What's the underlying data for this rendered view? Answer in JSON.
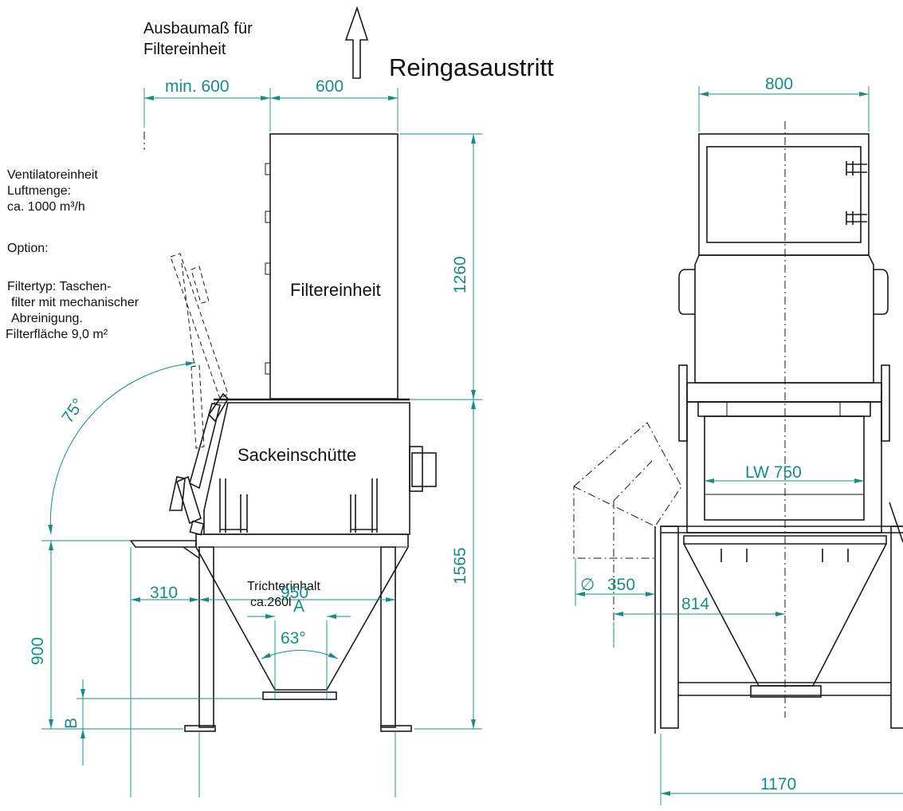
{
  "labels": {
    "ausbaumass_line1": "Ausbaumaß für",
    "ausbaumass_line2": "Filtereinheit",
    "reingas": "Reingasaustritt",
    "vent_line1": "Ventilatoreinheit",
    "vent_line2": "Luftmenge:",
    "vent_line3": "ca. 1000 m³/h",
    "option": "Option:",
    "filtertyp_line1": "Filtertyp: Taschen-",
    "filtertyp_line2": "filter mit mechanischer",
    "filtertyp_line3": "Abreinigung.",
    "filtertyp_line4": "Filterfläche 9,0 m²",
    "filtereinheit": "Filtereinheit",
    "sackeinschuette": "Sackeinschütte",
    "trichter_line1": "Trichterinhalt",
    "trichter_line2": "ca.260l"
  },
  "dimensions": {
    "min_600": "min.  600",
    "w_600": "600",
    "w_800": "800",
    "h_1260": "1260",
    "h_1565": "1565",
    "h_900": "900",
    "b_label": "B",
    "a_label": "A",
    "w_310": "310",
    "w_950": "950",
    "angle_75": "75°",
    "angle_63": "63°",
    "lw_750": "LW  750",
    "dia_symbol": "∅",
    "dia_350": "350",
    "w_814": "814",
    "w_1170": "1170"
  },
  "colors": {
    "dimension": "#1c8a86",
    "drawing": "#1a1a1a"
  }
}
